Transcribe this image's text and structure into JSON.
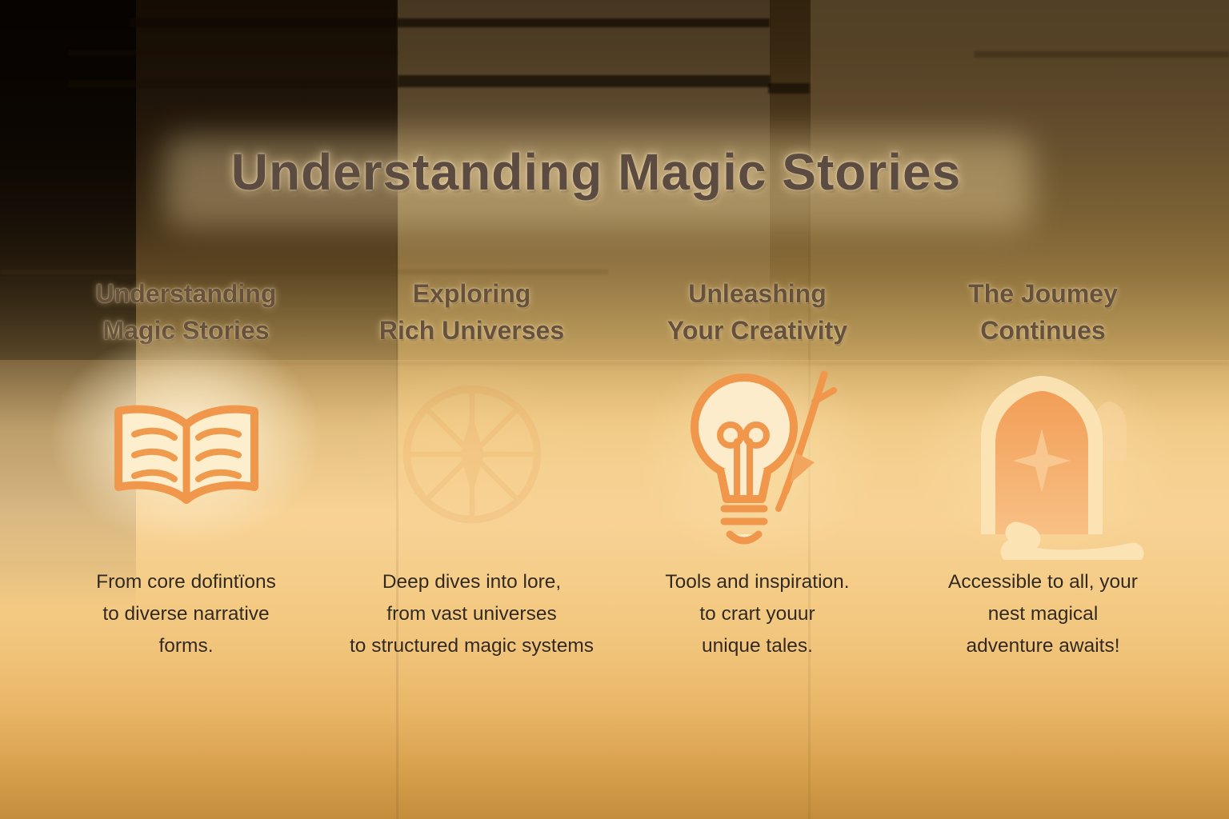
{
  "page_title": "Understanding Magic Stories",
  "colors": {
    "accent_orange": "#f0974b",
    "icon_fill_cream": "#fdeecd",
    "title_text": "#5b4b41",
    "header_text": "#66513c",
    "body_text": "#33281a",
    "background_gold": "#f3c981",
    "background_dark_top": "#31220e"
  },
  "columns": [
    {
      "id": "understanding-magic-stories",
      "header_lines": [
        "Understanding",
        "Magic Stories"
      ],
      "icon": "open-book-icon",
      "body_lines": [
        "From core dofintïons",
        "to diverse narrative",
        "forms."
      ]
    },
    {
      "id": "exploring-rich-universes",
      "header_lines": [
        "Exploring",
        "Rich Universes"
      ],
      "icon": "faint-compass-icon",
      "body_lines": [
        "Deep dives into lore,",
        "from vast universes",
        "to structured magic systems"
      ]
    },
    {
      "id": "unleashing-your-creativity",
      "header_lines": [
        "Unleashing",
        "Your Creativity"
      ],
      "icon": "lightbulb-quill-icon",
      "body_lines": [
        "Tools and inspiration.",
        "to crart youur",
        "unique tales."
      ]
    },
    {
      "id": "the-journey-continues",
      "header_lines": [
        "The Joumey",
        "Continues"
      ],
      "icon": "archway-path-icon",
      "body_lines": [
        "Accessible to all, your",
        "nest magical",
        "adventure awaits!"
      ]
    }
  ]
}
